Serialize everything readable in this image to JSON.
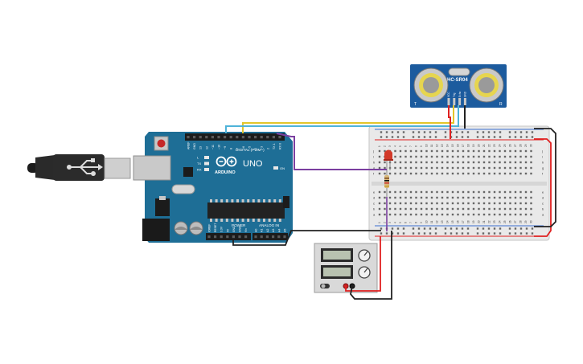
{
  "arduino": {
    "logo": "ARDUINO",
    "model": "UNO",
    "digital_label": "DIGITAL (PWM~)",
    "power_label": "POWER",
    "analog_label": "ANALOG IN",
    "on_label": "ON",
    "led_labels": [
      "L",
      "TX",
      "RX"
    ],
    "digital_pins": [
      "AREF",
      "GND",
      "13",
      "12",
      "~11",
      "~10",
      "~9",
      "8",
      "7",
      "~6",
      "~5",
      "4",
      "~3",
      "2",
      "TX 1",
      "RX 0"
    ],
    "power_pins": [
      "IOREF",
      "RESET",
      "3.3V",
      "5V",
      "GND",
      "GND",
      "Vin"
    ],
    "analog_pins": [
      "A0",
      "A1",
      "A2",
      "A3",
      "A4",
      "A5"
    ]
  },
  "sensor": {
    "model": "HC-SR04",
    "left_mark": "T",
    "right_mark": "R",
    "pins": [
      "VCC",
      "Trig",
      "Echo",
      "GND"
    ]
  },
  "breadboard": {
    "column_numbers": [
      "1",
      "2",
      "3",
      "4",
      "5",
      "6",
      "7",
      "8",
      "9",
      "10",
      "11",
      "12",
      "13",
      "14",
      "15",
      "16",
      "17",
      "18",
      "19",
      "20",
      "21",
      "22",
      "23",
      "24",
      "25",
      "26",
      "27",
      "28",
      "29",
      "30"
    ],
    "row_letters_top": [
      "j",
      "i",
      "h",
      "g",
      "f"
    ],
    "row_letters_bottom": [
      "e",
      "d",
      "c",
      "b",
      "a"
    ]
  },
  "colors": {
    "board_blue": "#1e6e96",
    "sensor_blue": "#1c5b9e",
    "wire_red": "#e02020",
    "wire_black": "#222222",
    "wire_yellow": "#e3c62b",
    "wire_cyan": "#4fb3d9",
    "wire_purple": "#7b3fa0",
    "led_red": "#d23a2a"
  }
}
